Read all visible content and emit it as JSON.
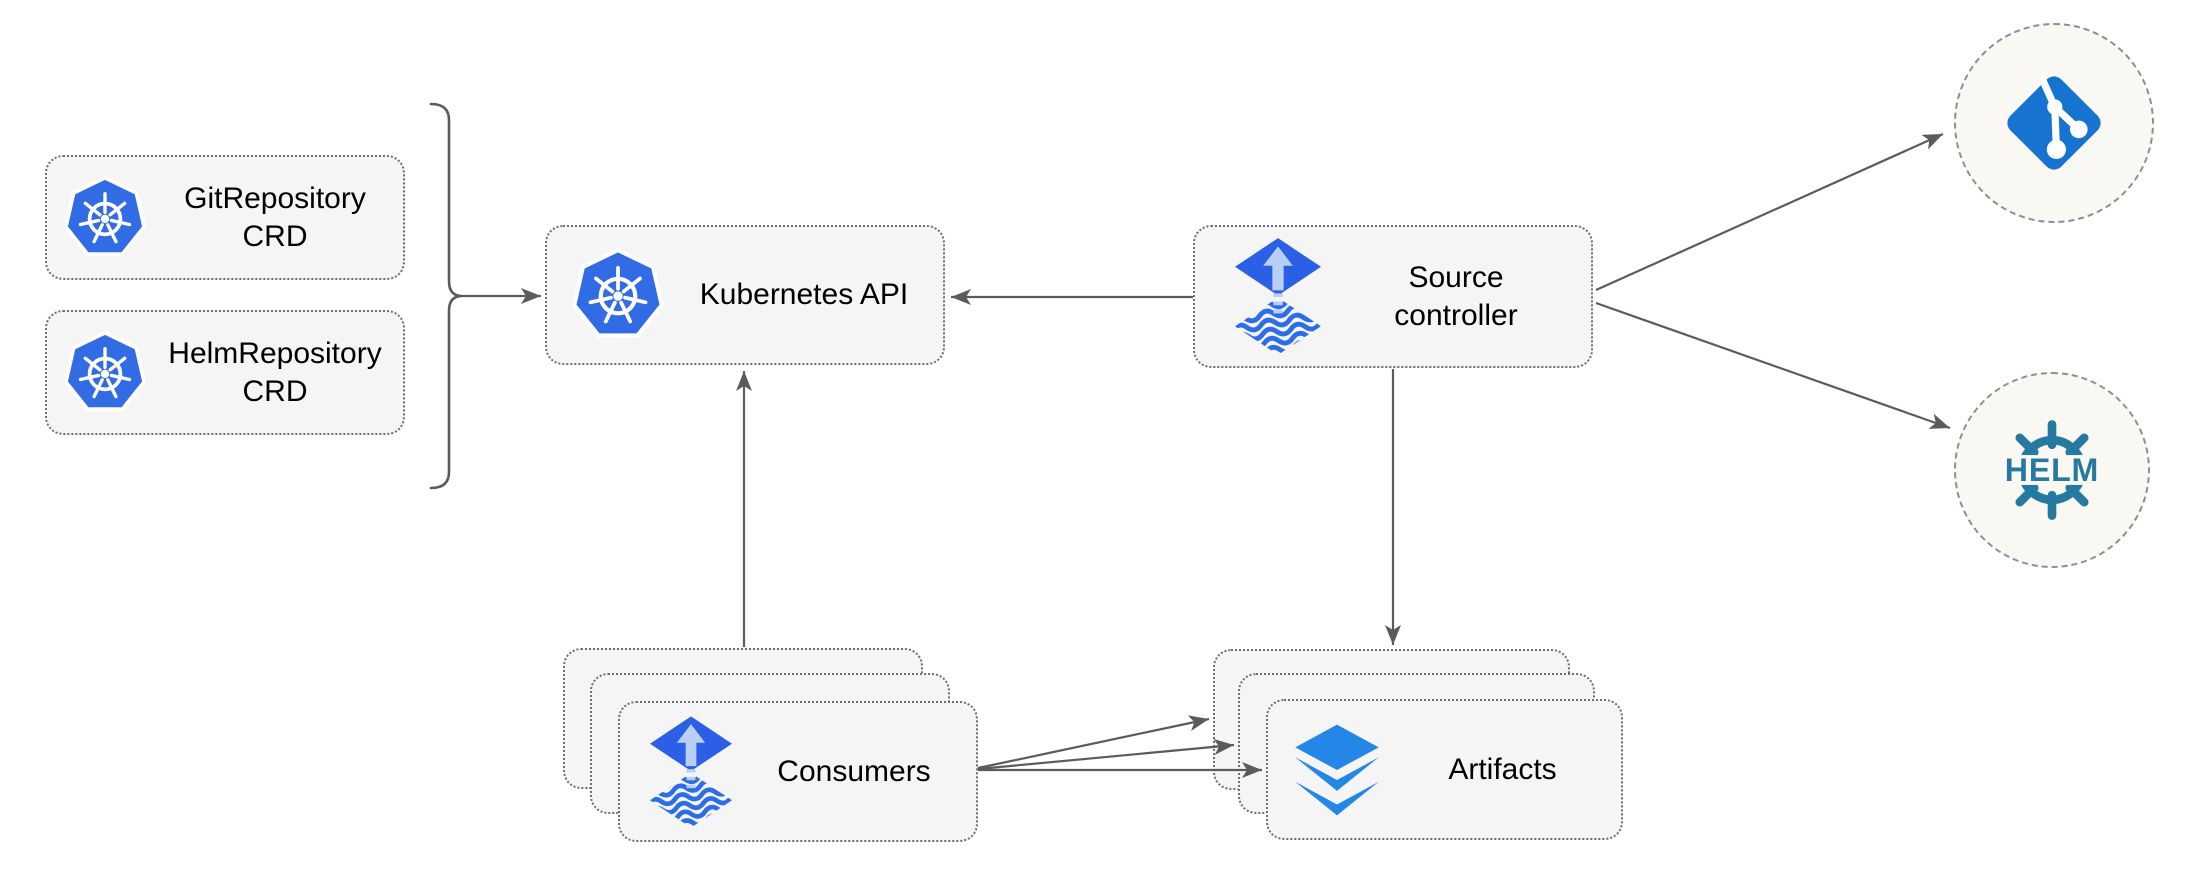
{
  "nodes": {
    "git_repository_crd": {
      "label": "GitRepository CRD",
      "icon": "kubernetes"
    },
    "helm_repository_crd": {
      "label": "HelmRepository CRD",
      "icon": "kubernetes"
    },
    "kubernetes_api": {
      "label": "Kubernetes API",
      "icon": "kubernetes"
    },
    "source_controller": {
      "label": "Source controller",
      "icon": "flux"
    },
    "consumers": {
      "label": "Consumers",
      "icon": "flux",
      "stacked": 3
    },
    "artifacts": {
      "label": "Artifacts",
      "icon": "layers",
      "stacked": 3
    },
    "git_remote": {
      "icon": "git"
    },
    "helm_remote": {
      "icon": "helm",
      "label": "HELM"
    }
  },
  "edges": [
    {
      "from": "crd-group",
      "to": "kubernetes_api"
    },
    {
      "from": "source_controller",
      "to": "kubernetes_api"
    },
    {
      "from": "consumers",
      "to": "kubernetes_api"
    },
    {
      "from": "source_controller",
      "to": "artifacts"
    },
    {
      "from": "source_controller",
      "to": "git_remote"
    },
    {
      "from": "source_controller",
      "to": "helm_remote"
    },
    {
      "from": "consumers",
      "to": "artifacts",
      "count": 3
    }
  ],
  "colors": {
    "kubernetes_blue": "#326ce5",
    "flux_blue": "#2a5fe6",
    "flux_arrow": "#b9d0f4",
    "flux_wave": "#2e6de9",
    "git_blue": "#1673cf",
    "helm_teal": "#277a9f",
    "layers_blue": "#2487e8",
    "node_fill": "#f5f5f5",
    "node_border": "#6e6e6e",
    "circle_fill": "#faf8f3",
    "circle_border": "#8f8f8f",
    "edge": "#5b5b5b",
    "label": "#000000"
  }
}
